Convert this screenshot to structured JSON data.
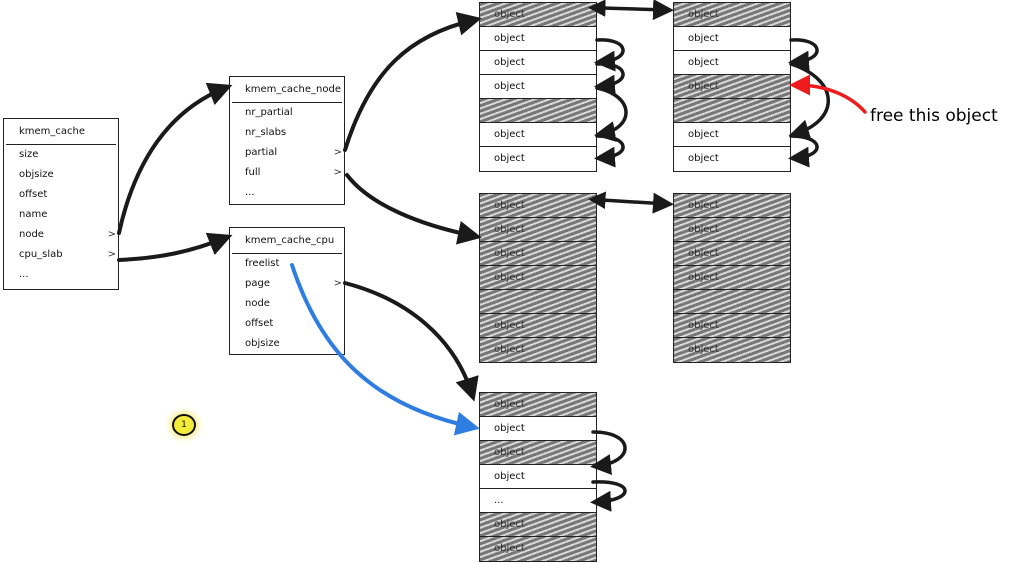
{
  "structs": {
    "kmem_cache": {
      "title": "kmem_cache",
      "fields": [
        {
          "label": "size",
          "pointer": ""
        },
        {
          "label": "objsize",
          "pointer": ""
        },
        {
          "label": "offset",
          "pointer": ""
        },
        {
          "label": "name",
          "pointer": ""
        },
        {
          "label": "node",
          "pointer": ">"
        },
        {
          "label": "cpu_slab",
          "pointer": ">"
        },
        {
          "label": "...",
          "pointer": ""
        }
      ]
    },
    "kmem_cache_node": {
      "title": "kmem_cache_node",
      "fields": [
        {
          "label": "nr_partial",
          "pointer": ""
        },
        {
          "label": "nr_slabs",
          "pointer": ""
        },
        {
          "label": "partial",
          "pointer": ">"
        },
        {
          "label": "full",
          "pointer": ">"
        },
        {
          "label": "...",
          "pointer": ""
        }
      ]
    },
    "kmem_cache_cpu": {
      "title": "kmem_cache_cpu",
      "fields": [
        {
          "label": "freelist",
          "pointer": ""
        },
        {
          "label": "page",
          "pointer": ">"
        },
        {
          "label": "node",
          "pointer": ""
        },
        {
          "label": "offset",
          "pointer": ""
        },
        {
          "label": "objsize",
          "pointer": ""
        }
      ]
    }
  },
  "slabs": {
    "partial_1": [
      {
        "label": "object",
        "state": "used"
      },
      {
        "label": "object",
        "state": "free"
      },
      {
        "label": "object",
        "state": "free"
      },
      {
        "label": "object",
        "state": "free"
      },
      {
        "label": "",
        "state": "used"
      },
      {
        "label": "object",
        "state": "free"
      },
      {
        "label": "object",
        "state": "free"
      }
    ],
    "partial_2": [
      {
        "label": "object",
        "state": "used"
      },
      {
        "label": "object",
        "state": "free"
      },
      {
        "label": "object",
        "state": "free"
      },
      {
        "label": "object",
        "state": "used"
      },
      {
        "label": "",
        "state": "used"
      },
      {
        "label": "object",
        "state": "free"
      },
      {
        "label": "object",
        "state": "free"
      }
    ],
    "full_1": [
      {
        "label": "object",
        "state": "used"
      },
      {
        "label": "object",
        "state": "used"
      },
      {
        "label": "object",
        "state": "used"
      },
      {
        "label": "object",
        "state": "used"
      },
      {
        "label": "",
        "state": "used"
      },
      {
        "label": "object",
        "state": "used"
      },
      {
        "label": "object",
        "state": "used"
      }
    ],
    "full_2": [
      {
        "label": "object",
        "state": "used"
      },
      {
        "label": "object",
        "state": "used"
      },
      {
        "label": "object",
        "state": "used"
      },
      {
        "label": "object",
        "state": "used"
      },
      {
        "label": "",
        "state": "used"
      },
      {
        "label": "object",
        "state": "used"
      },
      {
        "label": "object",
        "state": "used"
      }
    ],
    "cpu_page": [
      {
        "label": "object",
        "state": "used"
      },
      {
        "label": "object",
        "state": "free"
      },
      {
        "label": "object",
        "state": "used"
      },
      {
        "label": "object",
        "state": "free"
      },
      {
        "label": "...",
        "state": "free"
      },
      {
        "label": "object",
        "state": "used"
      },
      {
        "label": "object",
        "state": "used"
      }
    ]
  },
  "annotation": {
    "caption": "free this object",
    "badge": "1"
  },
  "colors": {
    "arrow": "#1a1a1a",
    "freelist_arrow": "#2f7de1",
    "highlight_arrow": "#ee1c1c",
    "badge": "#f4ec3a"
  }
}
